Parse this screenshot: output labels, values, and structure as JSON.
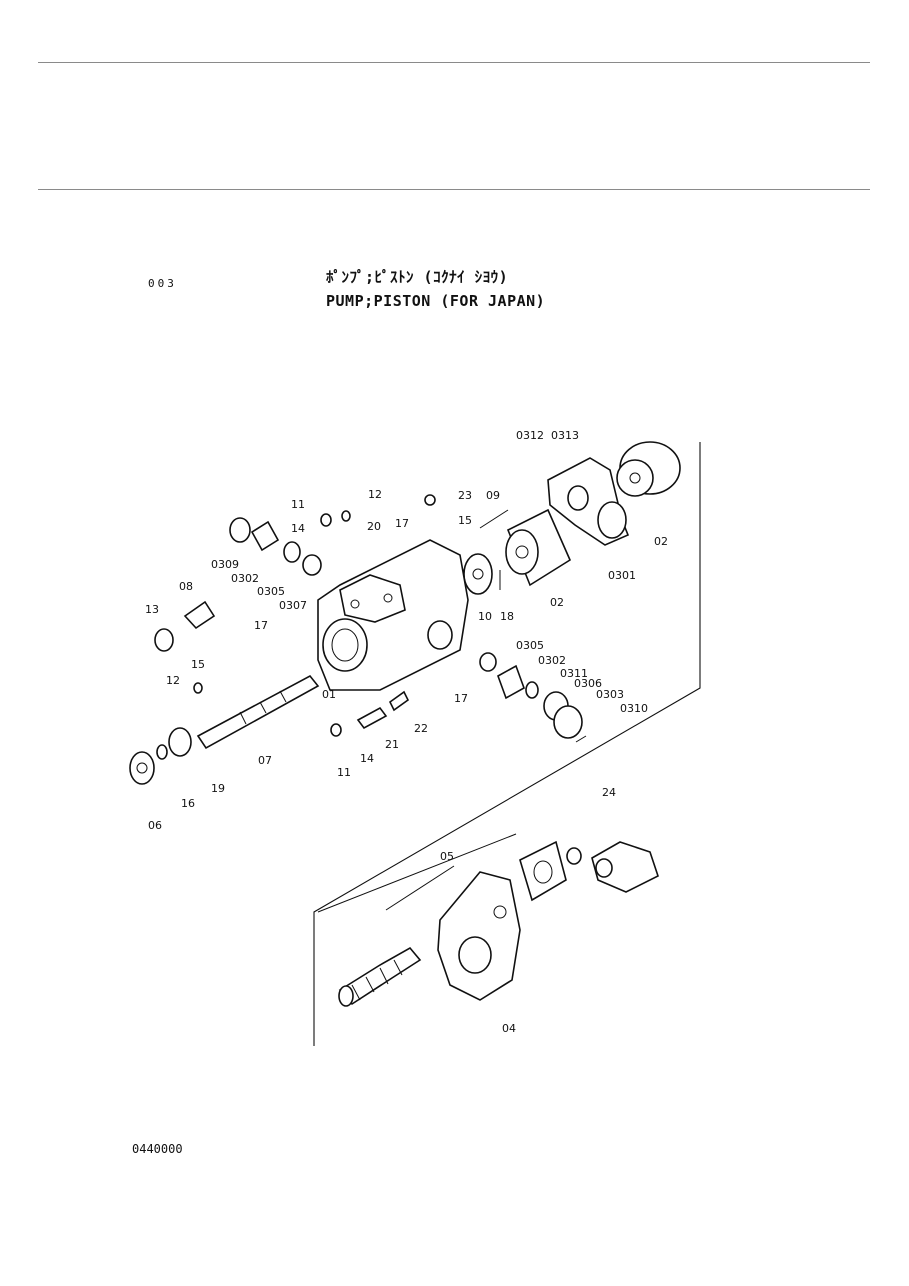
{
  "header": {
    "page_number": "003",
    "title_jp": "ﾎﾟﾝﾌﾟ;ﾋﾟｽﾄﾝ (ｺｸﾅｲ ｼﾖｳ)",
    "title_en": "PUMP;PISTON (FOR JAPAN)"
  },
  "footer": {
    "diagram_code": "0440000"
  },
  "callouts": [
    "0312",
    "0313",
    "02",
    "0301",
    "23",
    "09",
    "15",
    "12",
    "11",
    "14",
    "20",
    "17",
    "0309",
    "0302",
    "0305",
    "0307",
    "08",
    "13",
    "10",
    "18",
    "02",
    "17",
    "15",
    "12",
    "01",
    "0305",
    "0302",
    "0311",
    "0306",
    "0303",
    "0310",
    "17",
    "22",
    "07",
    "21",
    "14",
    "11",
    "19",
    "16",
    "06",
    "24",
    "05",
    "04"
  ]
}
